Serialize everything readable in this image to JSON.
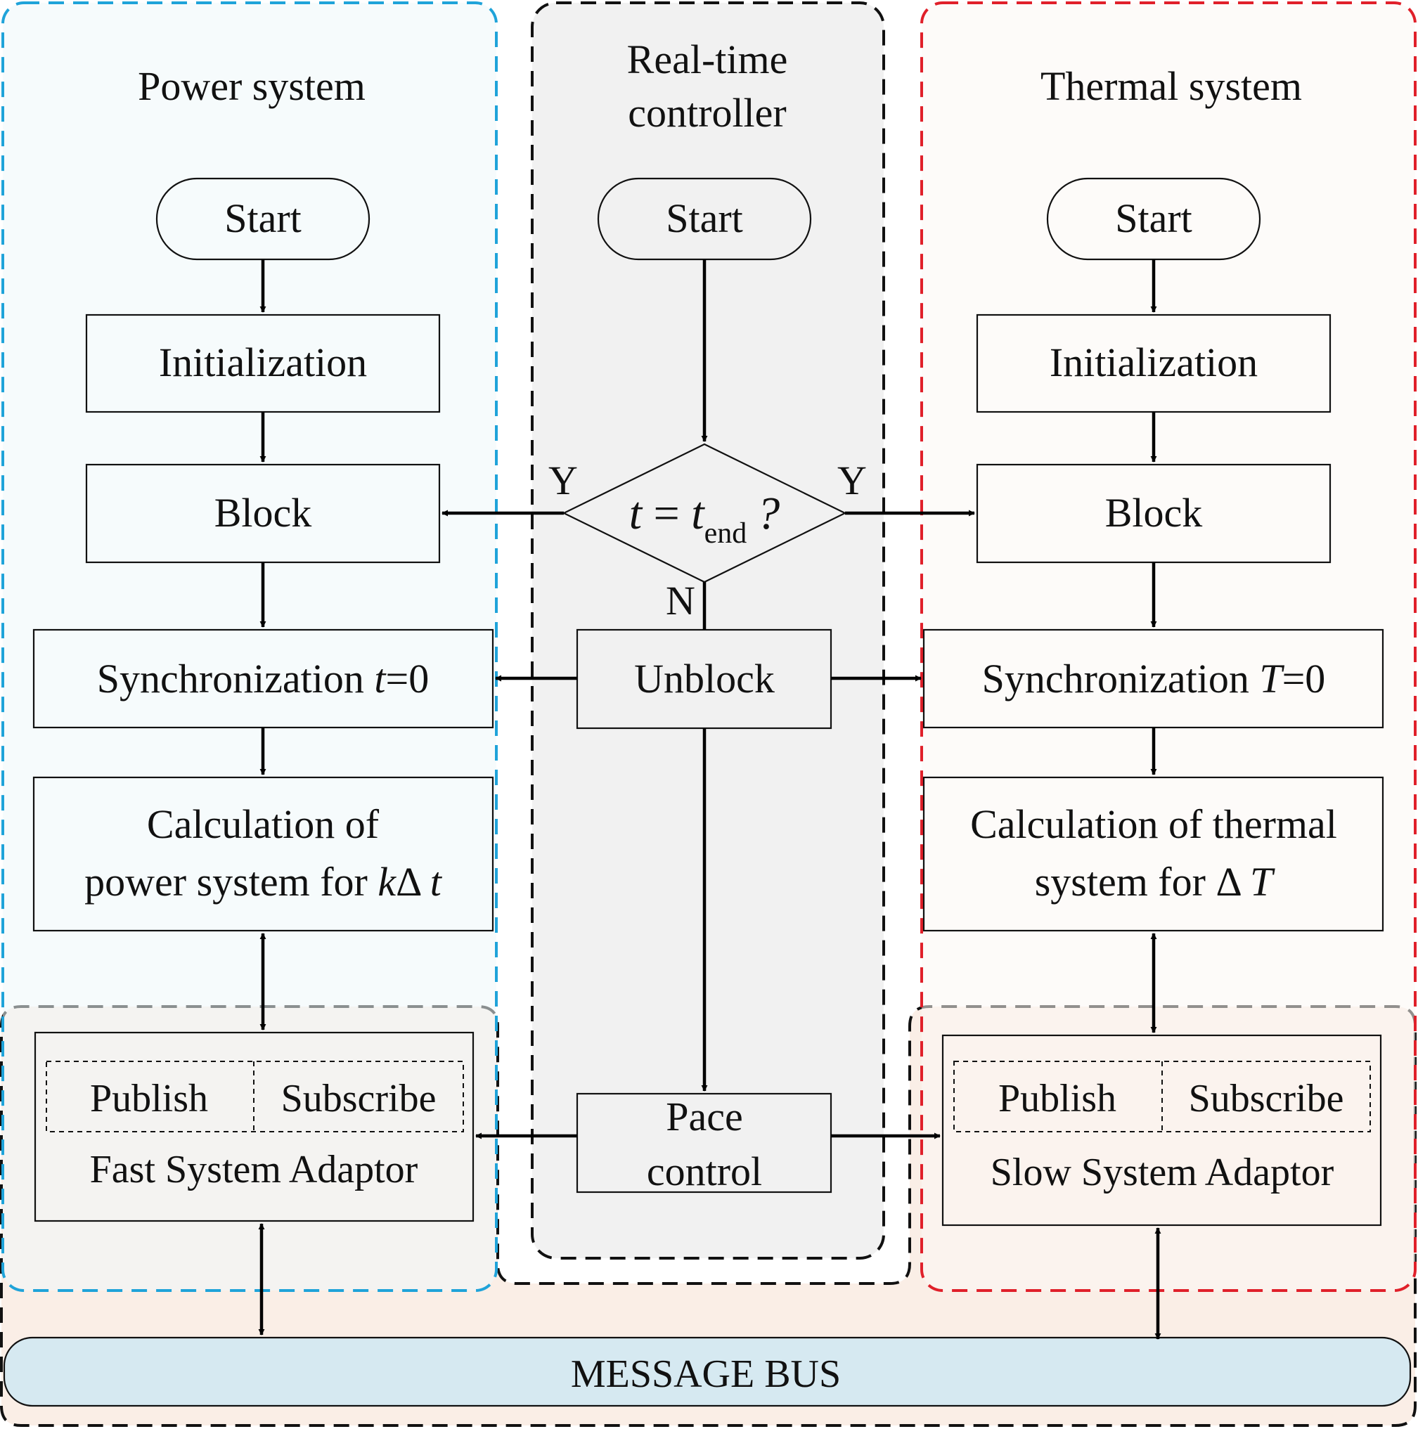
{
  "power": {
    "title": "Power system",
    "start": "Start",
    "init": "Initialization",
    "block": "Block",
    "sync_prefix": "Synchronization ",
    "sync_var": "t",
    "sync_suffix": "=0",
    "calc_line1": "Calculation of",
    "calc_line2_prefix": "power system for ",
    "calc_var_k": "k",
    "calc_delta": "Δ ",
    "calc_var_t": "t",
    "adaptor_publish": "Publish",
    "adaptor_subscribe": "Subscribe",
    "adaptor_name": "Fast System Adaptor"
  },
  "controller": {
    "title_line1": "Real-time",
    "title_line2": "controller",
    "start": "Start",
    "decision_t": "t",
    "decision_eq": " = ",
    "decision_t2": "t",
    "decision_sub": "end",
    "decision_q": "?",
    "yes_left": "Y",
    "yes_right": "Y",
    "no": "N",
    "unblock": "Unblock",
    "pace_line1": "Pace",
    "pace_line2": "control"
  },
  "thermal": {
    "title": "Thermal system",
    "start": "Start",
    "init": "Initialization",
    "block": "Block",
    "sync_prefix": "Synchronization ",
    "sync_var": "T",
    "sync_suffix": "=0",
    "calc_line1": "Calculation of thermal",
    "calc_line2_prefix": "system for ",
    "calc_delta": "Δ ",
    "calc_var": "T",
    "adaptor_publish": "Publish",
    "adaptor_subscribe": "Subscribe",
    "adaptor_name": "Slow System Adaptor"
  },
  "bus": {
    "label": "MESSAGE BUS"
  },
  "colors": {
    "power_border": "#1fa3d9",
    "power_fill": "#eff7fa",
    "controller_fill": "#f1f1f1",
    "thermal_border": "#e0202a",
    "thermal_fill": "#fcf7f4",
    "adaptor_fill": "#faeee6",
    "bus_fill": "#d6e9f1"
  }
}
